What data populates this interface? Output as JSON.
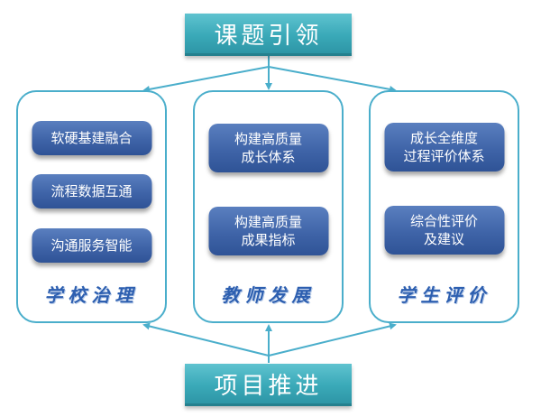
{
  "diagram": {
    "top_banner": "课题引领",
    "bottom_banner": "项目推进",
    "panels": [
      {
        "title": "学校治理",
        "items": [
          "软硬基建融合",
          "流程数据互通",
          "沟通服务智能"
        ]
      },
      {
        "title": "教师发展",
        "items": [
          "构建高质量\n成长体系",
          "构建高质量\n成果指标"
        ]
      },
      {
        "title": "学生评价",
        "items": [
          "成长全维度\n过程评价体系",
          "综合性评价\n及建议"
        ]
      }
    ],
    "colors": {
      "banner": "#3aa9b8",
      "panel_border": "#4aaecb",
      "pill": "#3f64a8",
      "title_text": "#2d5fb0",
      "arrow": "#4aaecb"
    }
  }
}
